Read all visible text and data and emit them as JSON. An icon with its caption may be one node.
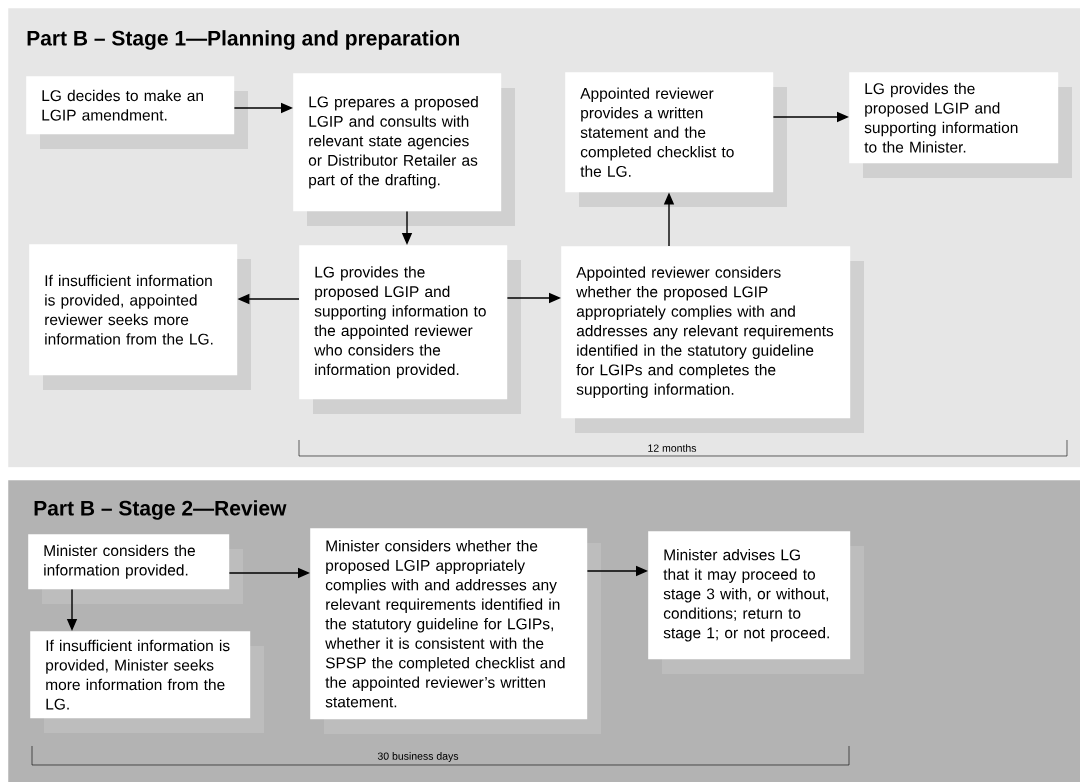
{
  "diagram": {
    "nodes": [
      {
        "text": [
          "Part B – Stage 1—Planning and preparation"
        ]
      },
      {
        "text": [
          "LG decides to make an LGIP amendment."
        ],
        "in": 0
      },
      {
        "text": [
          "LG prepares a proposed LGIP and consults with relevant state agencies or Distributor Retailer as part of the drafting."
        ],
        "in": 0
      },
      {
        "text": [
          "Appointed reviewer provides a written statement and the completed checklist to the LG."
        ],
        "in": 0
      },
      {
        "text": [
          "LG provides the proposed LGIP and supporting information to the Minister."
        ],
        "in": 0
      },
      {
        "text": [
          "If insufficient information is provided, appointed reviewer seeks more information from the LG."
        ],
        "in": 0
      },
      {
        "text": [
          "LG provides the proposed LGIP and supporting information to the appointed reviewer who considers the information provided."
        ],
        "in": 0
      },
      {
        "text": [
          "Appointed reviewer considers whether the proposed LGIP appropriately complies with and addresses any relevant requirements identified in the statutory guideline for LGIPs and completes the supporting information."
        ],
        "in": 0
      },
      {
        "text": [
          "Part B – Stage 2—Review"
        ]
      },
      {
        "text": [
          "Minister considers the information provided."
        ],
        "in": 8
      },
      {
        "text": [
          "Minister considers whether the proposed LGIP appropriately complies with and addresses any relevant requirements identified in the statutory guideline for LGIPs, whether it is consistent with the SPSP the completed checklist and the appointed reviewer’s written statement."
        ],
        "in": 8
      },
      {
        "text": [
          "Minister advises LG that it may proceed to stage 3 with, or without, conditions; return to stage 1; or not proceed."
        ],
        "in": 8
      },
      {
        "text": [
          "If insufficient information is provided, Minister seeks more information from the LG."
        ],
        "in": 8
      }
    ],
    "edges": [
      {
        "from": 1,
        "to": 2,
        "arrow": "to"
      },
      {
        "from": 2,
        "to": 6,
        "arrow": "to"
      },
      {
        "from": 6,
        "to": 5,
        "arrow": "to"
      },
      {
        "from": 6,
        "to": 7,
        "arrow": "to"
      },
      {
        "from": 7,
        "to": 3,
        "arrow": "to"
      },
      {
        "from": 3,
        "to": 4,
        "arrow": "to"
      },
      {
        "from": 9,
        "to": 10,
        "arrow": "to"
      },
      {
        "from": 10,
        "to": 11,
        "arrow": "to"
      },
      {
        "from": 9,
        "to": 12,
        "arrow": "to"
      }
    ],
    "labels": [
      "12 months",
      "30 business days"
    ]
  }
}
